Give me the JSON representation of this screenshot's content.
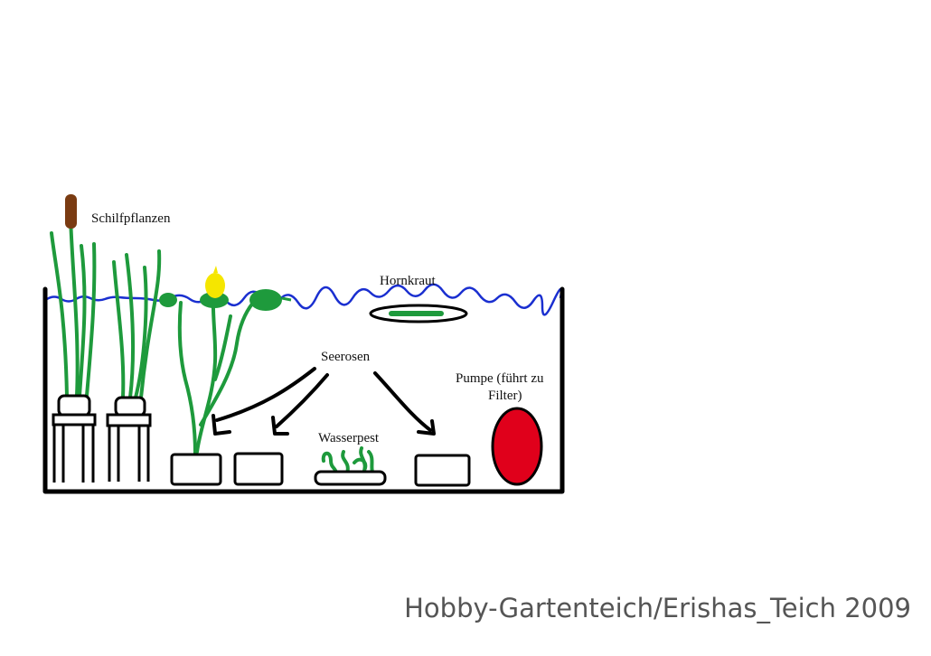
{
  "labels": {
    "reeds": "Schilfpflanzen",
    "hornwort": "Hornkraut",
    "water_lilies": "Seerosen",
    "waterweed": "Wasserpest",
    "pump_line1": "Pumpe (führt zu",
    "pump_line2": "Filter)"
  },
  "watermark": "Hobby-Gartenteich/Erishas_Teich 2009",
  "colors": {
    "water_line": "#1a2fd0",
    "plant_green": "#1e9a3c",
    "cattail_brown": "#7a3b12",
    "flower_yellow": "#f5e600",
    "pump_red": "#e0001b",
    "outline": "#000000"
  }
}
